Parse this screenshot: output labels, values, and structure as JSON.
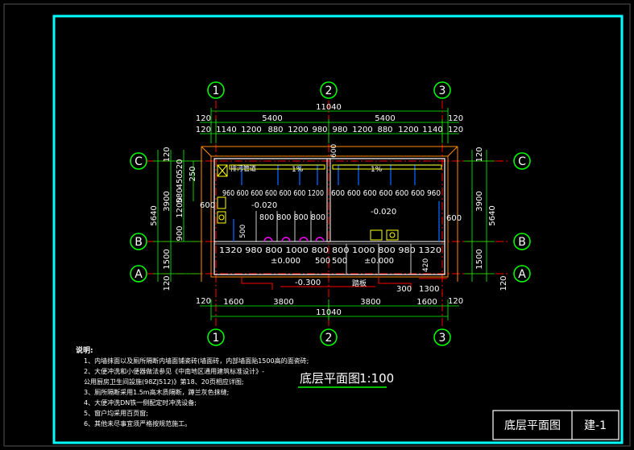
{
  "axes": {
    "top": [
      "1",
      "2",
      "3"
    ],
    "bottom": [
      "1",
      "2",
      "3"
    ],
    "left": [
      "C",
      "B",
      "A"
    ],
    "right": [
      "C",
      "B",
      "A"
    ]
  },
  "dims": {
    "top_total": "11040",
    "top_halves": [
      "5400",
      "5400"
    ],
    "top_row1_ends": [
      "120",
      "120"
    ],
    "top_row2_ends": [
      "120",
      "120"
    ],
    "top_segments": [
      "1140",
      "1200",
      "880",
      "1200",
      "980",
      "980",
      "1200",
      "880",
      "1200",
      "1140"
    ],
    "bottom_ends": [
      "120",
      "120"
    ],
    "bottom_segments": [
      "1600",
      "3800",
      "3800",
      "1600"
    ],
    "bottom_total": "11040",
    "left_outer": "5640",
    "left_mid": [
      "3900",
      "1500"
    ],
    "left_inner": [
      "1200",
      "900"
    ],
    "left_ends": [
      "120",
      "120"
    ],
    "left_stack": [
      "520",
      "450",
      "580",
      "250"
    ],
    "right_outer": "5640",
    "right_mid": [
      "3900",
      "1500"
    ],
    "right_ends": [
      "120",
      "120"
    ]
  },
  "plan": {
    "room_label": "排污管道",
    "slope_labels": [
      "1%",
      "1%"
    ],
    "grid_left": "960 600 600 600 600 600 1200",
    "grid_right": "600 600 600 600 600 600 960",
    "elev_inner_left": "-0.020",
    "elev_inner_right": "-0.020",
    "elev_entrance_left": "±0.000",
    "elev_entrance_right": "±0.000",
    "elev_outside": "-0.300",
    "stall_left": "800 800 800 800",
    "stall_bottom_left": "1320  980  800 1000 800",
    "stall_bottom_right": "800 1000 800  980  1320",
    "mid_500": [
      "500",
      "500"
    ],
    "mid_600_top": "600",
    "side_600_left": "600",
    "side_600_right": "600",
    "left_500": "500",
    "right_420": "420",
    "step_300": "300",
    "step_1300": "1300",
    "ramp_label": "踏板"
  },
  "notes": {
    "heading": "说明:",
    "items": [
      "1、内墙抹面以及厕所隔断内墙面铺瓷砖(墙面砖，内部墙面贴1500高的面瓷砖;",
      "2、大便冲洗和小便器做法参见《中南地区通用建筑标准设计》-",
      "   公用厨房卫生间設施(98ZJ512)》第18、20页相应详图;",
      "3、厕所隔断采用1.5m高木质隔断，蹲兰灰色抹缝;",
      "4、大便冲洗DN铁一侧配定时冲洗设备;",
      "5、窗户均采用百页窗;",
      "6、其他未尽事宜须严格按规范施工。"
    ]
  },
  "drawing_title": "底层平面图",
  "drawing_scale": "1:100",
  "title_block": {
    "name": "底层平面图",
    "code": "建-1"
  },
  "colors": {
    "frame": "#00ffff",
    "axis": "#00ff00",
    "dim": "#ffffff",
    "wall": "#ffffff",
    "wall_hatch": "#ff8c00",
    "axis_line": "#ff0000",
    "pipe": "#0066ff",
    "fixture": "#ffff00",
    "urinal": "#ff00ff"
  }
}
